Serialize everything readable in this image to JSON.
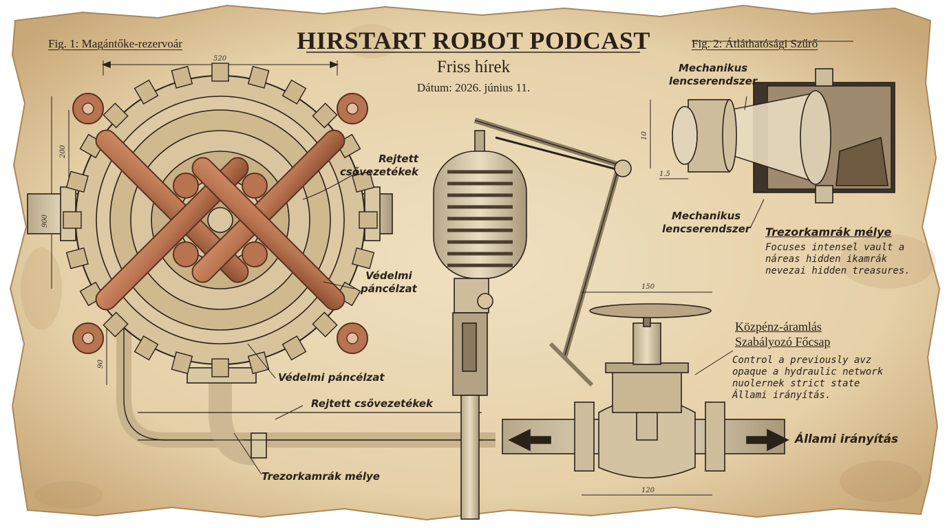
{
  "header": {
    "title": "HIRSTART ROBOT PODCAST",
    "subtitle": "Friss hírek",
    "date": "Dátum: 2026. június 11."
  },
  "fig1": {
    "caption": "Fig. 1: Magántőke-rezervoár",
    "label_pipes_1": "Rejtett\ncsővezetékek",
    "label_armor_1": "Védelmi\npáncélzat",
    "label_armor_2": "Védelmi páncélzat",
    "label_pipes_2": "Rejtett csővezetékek",
    "label_vault": "Trezorkamrák mélye",
    "dim_width": "520",
    "dim_h1": "200",
    "dim_h2": "900",
    "dim_h3": "90"
  },
  "fig2": {
    "caption": "Fig. 2: Átláthatósági Szűrő",
    "label_lens_top": "Mechanikus\nlencserendszer",
    "label_lens_bottom": "Mechanikus\nlencserendszer",
    "label_vault": "Trezorkamrák mélye",
    "note_vault": "Focuses intensel vault a\nnáreas hidden ikamrák\nnevezai hidden treasures.",
    "dim_a": "10",
    "dim_b": "1.5"
  },
  "valve": {
    "title": "Közpénz-áramlás\nSzabályozó Főcsap",
    "note": "Control a previously avz\nopaque a hydraulic network\nnuolernek strict state\nÁllami irányítás.",
    "label_flow": "Állami irányítás",
    "dim_top": "150",
    "dim_bottom": "120"
  },
  "colors": {
    "paper": "#e8d6b3",
    "paper_edge": "#c9a878",
    "ink": "#2a2118",
    "copper": "#b87350",
    "stain": "#b08858"
  }
}
